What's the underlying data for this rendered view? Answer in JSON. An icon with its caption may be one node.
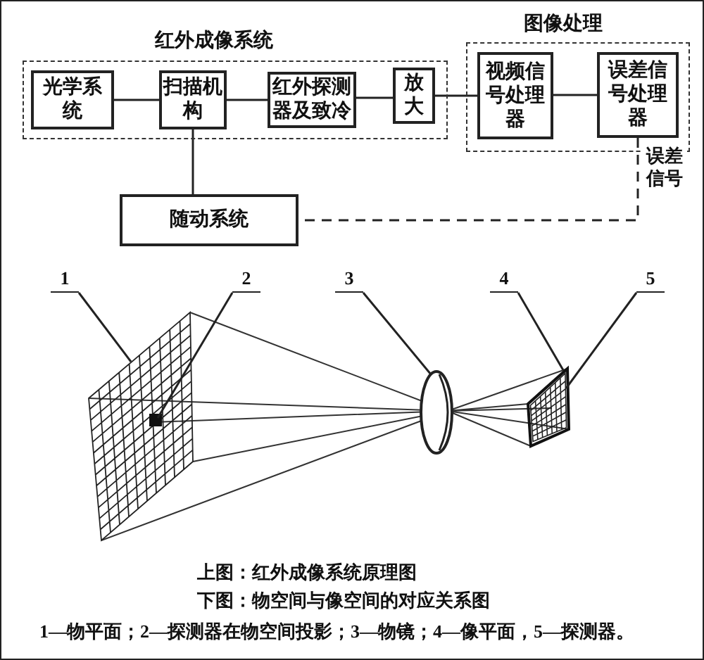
{
  "diagram": {
    "nodes": [
      {
        "text": [
          "红外成像系统"
        ]
      },
      {
        "text": [
          "光学系统"
        ],
        "in": 0
      },
      {
        "text": [
          "扫描机构"
        ],
        "in": 0
      },
      {
        "text": [
          "红外探测器及致冷"
        ],
        "in": 0
      },
      {
        "text": [
          "放大"
        ],
        "in": 0
      },
      {
        "text": [
          "图像处理"
        ]
      },
      {
        "text": [
          "视频信号处理器"
        ],
        "in": 5
      },
      {
        "text": [
          "误差信号处理器"
        ],
        "in": 5
      },
      {
        "text": [
          "随动系统"
        ]
      },
      {
        "text": [
          "1"
        ]
      },
      {
        "text": [
          "2"
        ]
      },
      {
        "text": [
          "3"
        ]
      },
      {
        "text": [
          "4"
        ]
      },
      {
        "text": [
          "5"
        ]
      },
      {
        "text": [],
        "shape": "grid"
      },
      {
        "text": [],
        "shape": "square",
        "in": 14
      },
      {
        "text": [],
        "shape": "lens"
      },
      {
        "text": [],
        "shape": "plane"
      },
      {
        "text": [],
        "shape": "grid",
        "in": 17
      }
    ],
    "edges": [
      {
        "from": 1,
        "to": 2,
        "arrow": "none"
      },
      {
        "from": 2,
        "to": 3,
        "arrow": "none"
      },
      {
        "from": 3,
        "to": 4,
        "arrow": "none"
      },
      {
        "from": 4,
        "to": 6,
        "arrow": "none"
      },
      {
        "from": 6,
        "to": 7,
        "arrow": "none"
      },
      {
        "from": 7,
        "to": 8,
        "arrow": "none",
        "label": "误差信号",
        "style": "dashed"
      },
      {
        "from": 8,
        "to": 2,
        "arrow": "none"
      },
      {
        "from": 9,
        "to": 14,
        "arrow": "none"
      },
      {
        "from": 10,
        "to": 15,
        "arrow": "none"
      },
      {
        "from": 11,
        "to": 16,
        "arrow": "none"
      },
      {
        "from": 12,
        "to": 17,
        "arrow": "none"
      },
      {
        "from": 13,
        "to": 18,
        "arrow": "none"
      }
    ],
    "labels": [
      "上图：红外成像系统原理图",
      "下图：物空间与像空间的对应关系图",
      "1—物平面；2—探测器在物空间投影；3—物镜；4—像平面，5—探测器。"
    ]
  }
}
